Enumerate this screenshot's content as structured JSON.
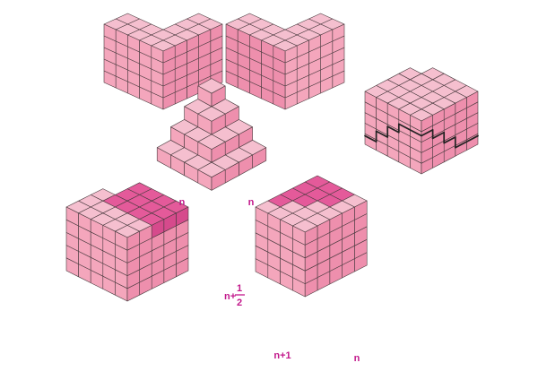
{
  "colors": {
    "top": "#f5bfcf",
    "left": "#f4a6bc",
    "right": "#ee8fad",
    "highlight_top": "#e45a9a",
    "highlight_front": "#d64a8c",
    "edge": "#4a3b3f",
    "label": "#c2188b"
  },
  "labels": {
    "pyramid_left_n": "n",
    "pyramid_right_n": "n",
    "box_height_prefix": "n+",
    "box_height_numerator": "1",
    "box_height_denominator": "2",
    "box_width_n1": "n+1",
    "box_depth_n": "n"
  }
}
